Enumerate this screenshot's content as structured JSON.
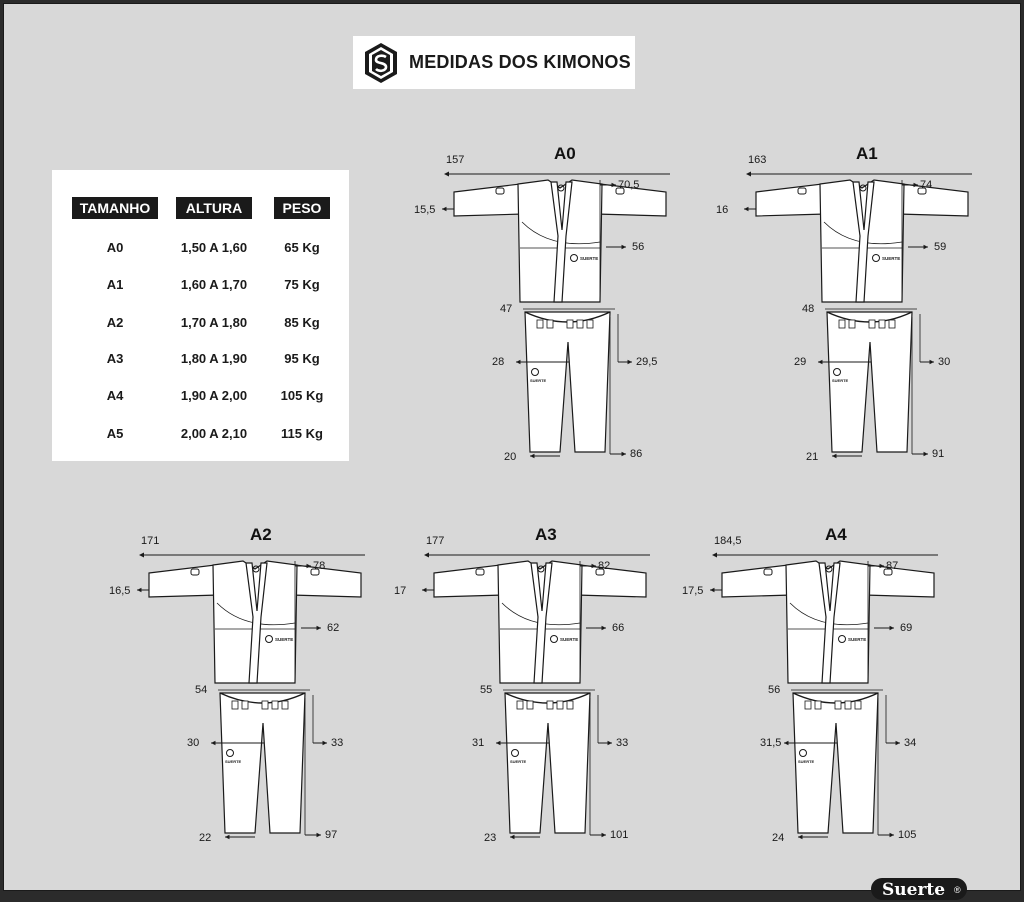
{
  "header": {
    "title": "MEDIDAS DOS KIMONOS"
  },
  "table": {
    "headers": [
      "TAMANHO",
      "ALTURA",
      "PESO"
    ],
    "rows": [
      {
        "size": "A0",
        "height": "1,50 A 1,60",
        "weight": "65 Kg"
      },
      {
        "size": "A1",
        "height": "1,60 A 1,70",
        "weight": "75 Kg"
      },
      {
        "size": "A2",
        "height": "1,70 A 1,80",
        "weight": "85 Kg"
      },
      {
        "size": "A3",
        "height": "1,80 A 1,90",
        "weight": "95 Kg"
      },
      {
        "size": "A4",
        "height": "1,90 A 2,00",
        "weight": "105 Kg"
      },
      {
        "size": "A5",
        "height": "2,00 A 2,10",
        "weight": "115 Kg"
      }
    ]
  },
  "kimonos": [
    {
      "size": "A0",
      "wingspan": "157",
      "sleeve_opening": "15,5",
      "jacket_length": "70,5",
      "jacket_width": "56",
      "waist": "47",
      "thigh": "28",
      "crotch": "29,5",
      "hem": "20",
      "pants_length": "86"
    },
    {
      "size": "A1",
      "wingspan": "163",
      "sleeve_opening": "16",
      "jacket_length": "74",
      "jacket_width": "59",
      "waist": "48",
      "thigh": "29",
      "crotch": "30",
      "hem": "21",
      "pants_length": "91"
    },
    {
      "size": "A2",
      "wingspan": "171",
      "sleeve_opening": "16,5",
      "jacket_length": "78",
      "jacket_width": "62",
      "waist": "54",
      "thigh": "30",
      "crotch": "33",
      "hem": "22",
      "pants_length": "97"
    },
    {
      "size": "A3",
      "wingspan": "177",
      "sleeve_opening": "17",
      "jacket_length": "82",
      "jacket_width": "66",
      "waist": "55",
      "thigh": "31",
      "crotch": "33",
      "hem": "23",
      "pants_length": "101"
    },
    {
      "size": "A4",
      "wingspan": "184,5",
      "sleeve_opening": "17,5",
      "jacket_length": "87",
      "jacket_width": "69",
      "waist": "56",
      "thigh": "31,5",
      "crotch": "34",
      "hem": "24",
      "pants_length": "105"
    }
  ],
  "garment_logo_text": "SUERTE",
  "brand": {
    "name": "Suerte",
    "mark": "®"
  },
  "colors": {
    "background": "#d8d8d8",
    "panel": "#ffffff",
    "ink": "#1a1a1a",
    "frame": "#2b2b2b"
  }
}
